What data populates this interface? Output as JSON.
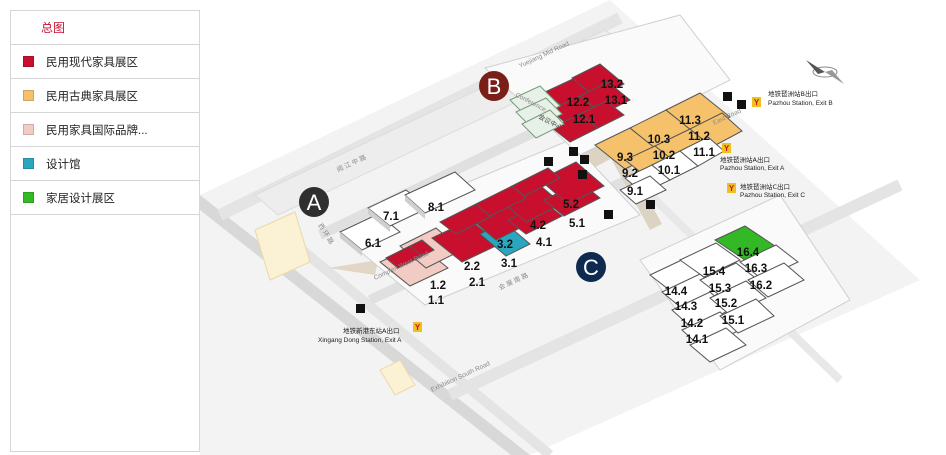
{
  "legend": {
    "title": "总图",
    "items": [
      {
        "label": "民用现代家具展区",
        "color": "#c8102e"
      },
      {
        "label": "民用古典家具展区",
        "color": "#f5c26b"
      },
      {
        "label": "民用家具国际品牌...",
        "color": "#f2ccc4"
      },
      {
        "label": "设计馆",
        "color": "#2aa6bf"
      },
      {
        "label": "家居设计展区",
        "color": "#33b925"
      }
    ]
  },
  "zones": [
    {
      "letter": "A",
      "color": "#2f2f2f"
    },
    {
      "letter": "B",
      "color": "#7a1f17"
    },
    {
      "letter": "C",
      "color": "#0e2a4f"
    }
  ],
  "halls": {
    "zone_a": [
      "1.1",
      "1.2",
      "2.1",
      "2.2",
      "3.1",
      "3.2",
      "4.1",
      "4.2",
      "5.1",
      "5.2",
      "6.1",
      "7.1",
      "8.1"
    ],
    "zone_b": [
      "9.1",
      "9.2",
      "9.3",
      "10.1",
      "10.2",
      "10.3",
      "11.1",
      "11.2",
      "11.3",
      "12.1",
      "12.2",
      "13.1",
      "13.2"
    ],
    "zone_c": [
      "14.1",
      "14.2",
      "14.3",
      "14.4",
      "15.1",
      "15.2",
      "15.3",
      "15.4",
      "16.2",
      "16.3",
      "16.4"
    ]
  },
  "conference_label": "会议中心",
  "conference_road": "Conference",
  "roads": {
    "yuejiang_mid": "Yuejiang Mid Road",
    "complex_west": "Complex West Road",
    "exhibition_south": "Exhibition South Road",
    "east_road": "East Road",
    "yuejiang_cn": "阅 江 中 路",
    "west_cn": "西 环 路",
    "huizhan_cn": "会 展 南 路"
  },
  "exits": [
    {
      "cn": "地铁琶洲站B出口",
      "en": "Pazhou Station, Exit B"
    },
    {
      "cn": "地铁琶洲站A出口",
      "en": "Pazhou Station, Exit A"
    },
    {
      "cn": "地铁琶洲站C出口",
      "en": "Pazhou Station, Exit C"
    },
    {
      "cn": "地铁新港东站A出口",
      "en": "Xingang Dong Station, Exit A"
    }
  ],
  "icons": [
    "metro-icon",
    "escalator-icon",
    "compass-icon"
  ]
}
